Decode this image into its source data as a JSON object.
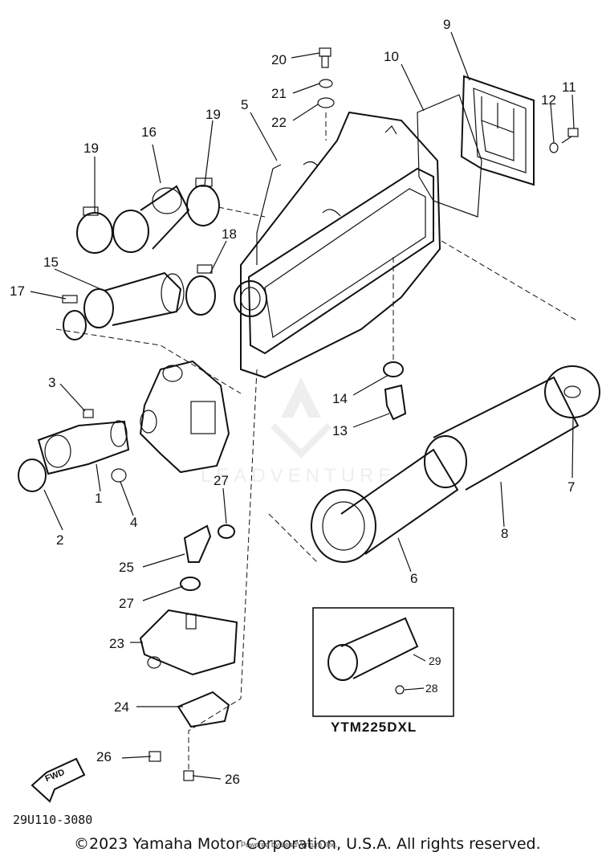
{
  "callouts": [
    {
      "id": "c1",
      "text": "1"
    },
    {
      "id": "c2",
      "text": "2"
    },
    {
      "id": "c3",
      "text": "3"
    },
    {
      "id": "c4",
      "text": "4"
    },
    {
      "id": "c5",
      "text": "5"
    },
    {
      "id": "c6",
      "text": "6"
    },
    {
      "id": "c7",
      "text": "7"
    },
    {
      "id": "c8",
      "text": "8"
    },
    {
      "id": "c9",
      "text": "9"
    },
    {
      "id": "c10",
      "text": "10"
    },
    {
      "id": "c11",
      "text": "11"
    },
    {
      "id": "c12",
      "text": "12"
    },
    {
      "id": "c13",
      "text": "13"
    },
    {
      "id": "c14",
      "text": "14"
    },
    {
      "id": "c15",
      "text": "15"
    },
    {
      "id": "c16",
      "text": "16"
    },
    {
      "id": "c17",
      "text": "17"
    },
    {
      "id": "c18",
      "text": "18"
    },
    {
      "id": "c19a",
      "text": "19"
    },
    {
      "id": "c19b",
      "text": "19"
    },
    {
      "id": "c20",
      "text": "20"
    },
    {
      "id": "c21",
      "text": "21"
    },
    {
      "id": "c22",
      "text": "22"
    },
    {
      "id": "c23",
      "text": "23"
    },
    {
      "id": "c24",
      "text": "24"
    },
    {
      "id": "c25",
      "text": "25"
    },
    {
      "id": "c26a",
      "text": "26"
    },
    {
      "id": "c26b",
      "text": "26"
    },
    {
      "id": "c27a",
      "text": "27"
    },
    {
      "id": "c27b",
      "text": "27"
    },
    {
      "id": "c28",
      "text": "28"
    },
    {
      "id": "c29",
      "text": "29"
    }
  ],
  "inset_label": "YTM225DXL",
  "fwd_label": "FWD",
  "drawing_code": "29U110-3080",
  "watermark": "LEADVENTURE",
  "copyright": "©2023 Yamaha Motor Corporation, U.S.A. All rights reserved.",
  "credit": "Powered by LeadVenture, Inc."
}
